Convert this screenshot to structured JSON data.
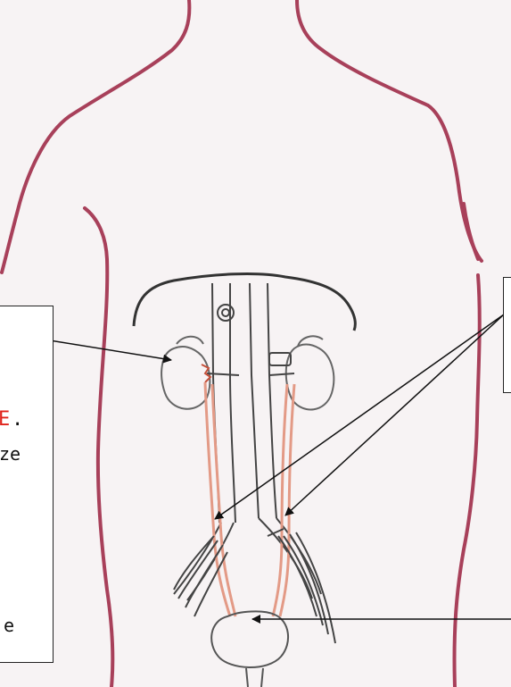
{
  "diagram": {
    "left_label_fragments": {
      "red_letter": "E",
      "period": ".",
      "line_ze": "ze",
      "line_e": "e"
    },
    "colors": {
      "body_outline": "#a8405a",
      "ureter": "#e39a86",
      "vessel": "#444444",
      "label_red": "#e0241c",
      "box_border": "#222222"
    }
  }
}
